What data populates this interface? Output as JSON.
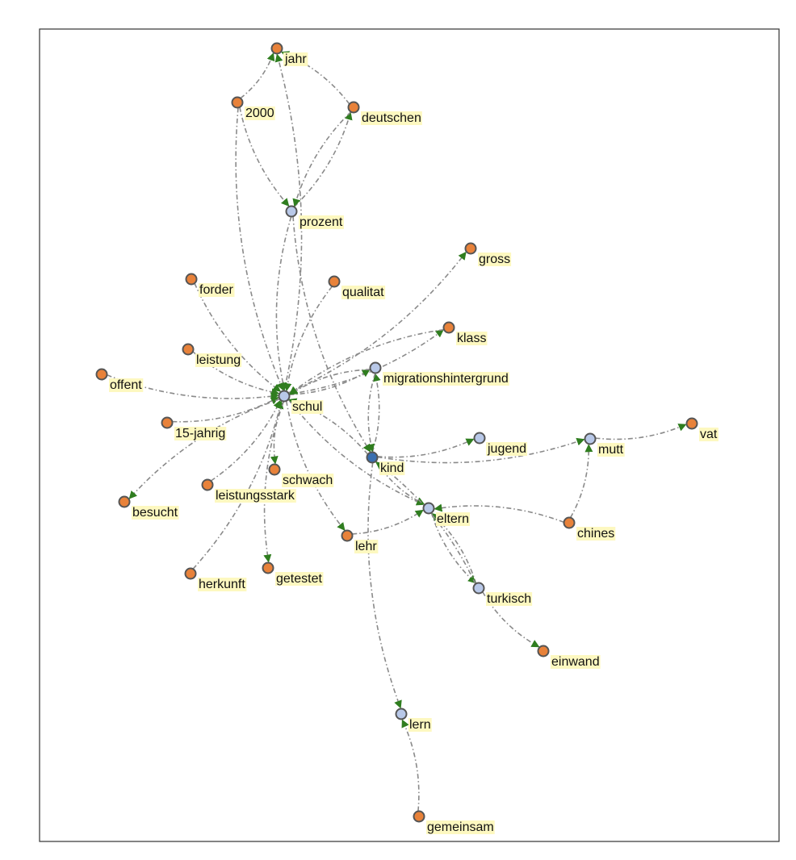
{
  "colors": {
    "hub": "#b8c8e8",
    "leaf": "#e8823a",
    "focus": "#3a6fb0",
    "arrow": "#2f7d1f",
    "label_bg": "#fdf8c0"
  },
  "nodes": [
    {
      "id": "jahr",
      "label": "jahr",
      "kind": "leaf"
    },
    {
      "id": "2000",
      "label": "2000",
      "kind": "leaf"
    },
    {
      "id": "deutschen",
      "label": "deutschen",
      "kind": "leaf"
    },
    {
      "id": "prozent",
      "label": "prozent",
      "kind": "hub"
    },
    {
      "id": "gross",
      "label": "gross",
      "kind": "leaf"
    },
    {
      "id": "forder",
      "label": "forder",
      "kind": "leaf"
    },
    {
      "id": "qualitat",
      "label": "qualitat",
      "kind": "leaf"
    },
    {
      "id": "klass",
      "label": "klass",
      "kind": "leaf"
    },
    {
      "id": "leistung",
      "label": "leistung",
      "kind": "leaf"
    },
    {
      "id": "migrationshintergrund",
      "label": "migrationshintergrund",
      "kind": "hub"
    },
    {
      "id": "offent",
      "label": "offent",
      "kind": "leaf"
    },
    {
      "id": "schul",
      "label": "schul",
      "kind": "hub"
    },
    {
      "id": "15-jahrig",
      "label": "15-jahrig",
      "kind": "leaf"
    },
    {
      "id": "jugend",
      "label": "jugend",
      "kind": "hub"
    },
    {
      "id": "mutt",
      "label": "mutt",
      "kind": "hub"
    },
    {
      "id": "vat",
      "label": "vat",
      "kind": "leaf"
    },
    {
      "id": "kind",
      "label": "kind",
      "kind": "focus"
    },
    {
      "id": "schwach",
      "label": "schwach",
      "kind": "leaf"
    },
    {
      "id": "leistungsstark",
      "label": "leistungsstark",
      "kind": "leaf"
    },
    {
      "id": "besucht",
      "label": "besucht",
      "kind": "leaf"
    },
    {
      "id": "eltern",
      "label": "eltern",
      "kind": "hub"
    },
    {
      "id": "chines",
      "label": "chines",
      "kind": "leaf"
    },
    {
      "id": "lehr",
      "label": "lehr",
      "kind": "leaf"
    },
    {
      "id": "herkunft",
      "label": "herkunft",
      "kind": "leaf"
    },
    {
      "id": "getestet",
      "label": "getestet",
      "kind": "leaf"
    },
    {
      "id": "turkisch",
      "label": "turkisch",
      "kind": "hub"
    },
    {
      "id": "einwand",
      "label": "einwand",
      "kind": "leaf"
    },
    {
      "id": "lern",
      "label": "lern",
      "kind": "hub"
    },
    {
      "id": "gemeinsam",
      "label": "gemeinsam",
      "kind": "leaf"
    }
  ],
  "edges": [
    {
      "from": "2000",
      "to": "jahr"
    },
    {
      "from": "deutschen",
      "to": "jahr"
    },
    {
      "from": "schul",
      "to": "jahr"
    },
    {
      "from": "2000",
      "to": "prozent"
    },
    {
      "from": "prozent",
      "to": "deutschen"
    },
    {
      "from": "deutschen",
      "to": "prozent"
    },
    {
      "from": "2000",
      "to": "schul"
    },
    {
      "from": "prozent",
      "to": "schul"
    },
    {
      "from": "prozent",
      "to": "kind"
    },
    {
      "from": "schul",
      "to": "gross"
    },
    {
      "from": "forder",
      "to": "schul"
    },
    {
      "from": "qualitat",
      "to": "schul"
    },
    {
      "from": "schul",
      "to": "klass"
    },
    {
      "from": "klass",
      "to": "schul"
    },
    {
      "from": "leistung",
      "to": "schul"
    },
    {
      "from": "offent",
      "to": "schul"
    },
    {
      "from": "15-jahrig",
      "to": "schul"
    },
    {
      "from": "schul",
      "to": "migrationshintergrund"
    },
    {
      "from": "migrationshintergrund",
      "to": "schul"
    },
    {
      "from": "schul",
      "to": "schwach"
    },
    {
      "from": "leistungsstark",
      "to": "schul"
    },
    {
      "from": "schul",
      "to": "besucht"
    },
    {
      "from": "herkunft",
      "to": "schul"
    },
    {
      "from": "schul",
      "to": "getestet"
    },
    {
      "from": "schul",
      "to": "lehr"
    },
    {
      "from": "schul",
      "to": "eltern"
    },
    {
      "from": "kind",
      "to": "schul"
    },
    {
      "from": "kind",
      "to": "migrationshintergrund"
    },
    {
      "from": "migrationshintergrund",
      "to": "kind"
    },
    {
      "from": "kind",
      "to": "jugend"
    },
    {
      "from": "kind",
      "to": "mutt"
    },
    {
      "from": "mutt",
      "to": "vat"
    },
    {
      "from": "chines",
      "to": "mutt"
    },
    {
      "from": "chines",
      "to": "eltern"
    },
    {
      "from": "kind",
      "to": "eltern"
    },
    {
      "from": "lehr",
      "to": "eltern"
    },
    {
      "from": "turkisch",
      "to": "eltern"
    },
    {
      "from": "eltern",
      "to": "turkisch"
    },
    {
      "from": "turkisch",
      "to": "kind"
    },
    {
      "from": "turkisch",
      "to": "einwand"
    },
    {
      "from": "kind",
      "to": "lern"
    },
    {
      "from": "gemeinsam",
      "to": "lern"
    }
  ]
}
